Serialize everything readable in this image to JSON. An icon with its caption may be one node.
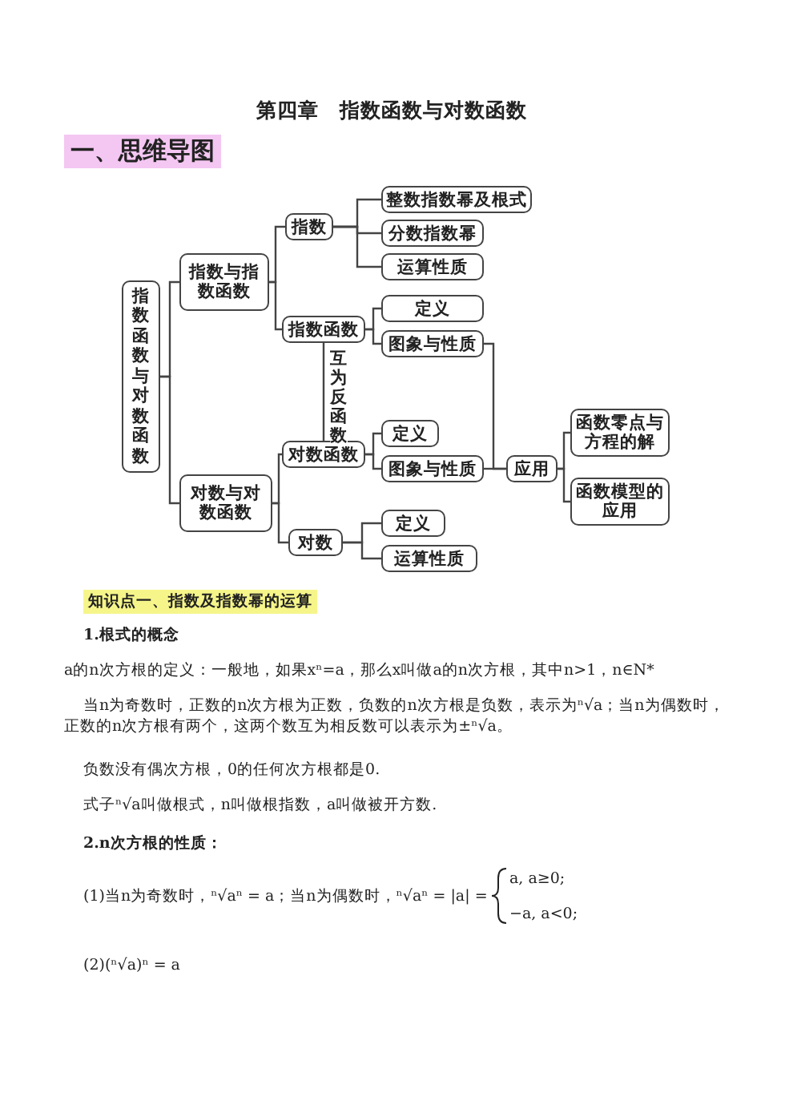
{
  "diagram": {
    "title": "第四章　指数函数与对数函数",
    "nodes": [
      {
        "text": [
          "指数函数与对数函数"
        ]
      },
      {
        "text": [
          "指数与指数函数"
        ]
      },
      {
        "text": [
          "指数"
        ]
      },
      {
        "text": [
          "整数指数幂及根式"
        ]
      },
      {
        "text": [
          "分数指数幂"
        ]
      },
      {
        "text": [
          "运算性质"
        ]
      },
      {
        "text": [
          "指数函数"
        ]
      },
      {
        "text": [
          "定义"
        ]
      },
      {
        "text": [
          "图象与性质"
        ]
      },
      {
        "text": [
          "对数与对数函数"
        ]
      },
      {
        "text": [
          "对数"
        ]
      },
      {
        "text": [
          "定义"
        ]
      },
      {
        "text": [
          "运算性质"
        ]
      },
      {
        "text": [
          "对数函数"
        ]
      },
      {
        "text": [
          "定义"
        ]
      },
      {
        "text": [
          "图象与性质"
        ]
      },
      {
        "text": [
          "应用"
        ]
      },
      {
        "text": [
          "函数零点与方程的解"
        ]
      },
      {
        "text": [
          "函数模型的应用"
        ]
      }
    ],
    "edges": [
      {
        "from": 0,
        "to": 1,
        "arrow": "none"
      },
      {
        "from": 0,
        "to": 9,
        "arrow": "none"
      },
      {
        "from": 1,
        "to": 2,
        "arrow": "none"
      },
      {
        "from": 1,
        "to": 6,
        "arrow": "none"
      },
      {
        "from": 2,
        "to": 3,
        "arrow": "none"
      },
      {
        "from": 2,
        "to": 4,
        "arrow": "none"
      },
      {
        "from": 2,
        "to": 5,
        "arrow": "none"
      },
      {
        "from": 6,
        "to": 7,
        "arrow": "none"
      },
      {
        "from": 6,
        "to": 8,
        "arrow": "none"
      },
      {
        "from": 9,
        "to": 10,
        "arrow": "none"
      },
      {
        "from": 9,
        "to": 13,
        "arrow": "none"
      },
      {
        "from": 10,
        "to": 11,
        "arrow": "none"
      },
      {
        "from": 10,
        "to": 12,
        "arrow": "none"
      },
      {
        "from": 13,
        "to": 14,
        "arrow": "none"
      },
      {
        "from": 13,
        "to": 15,
        "arrow": "none"
      },
      {
        "from": 6,
        "to": 13,
        "arrow": "none",
        "label": "互为反函数"
      },
      {
        "from": 8,
        "to": 16,
        "arrow": "none"
      },
      {
        "from": 15,
        "to": 16,
        "arrow": "none"
      },
      {
        "from": 16,
        "to": 17,
        "arrow": "none"
      },
      {
        "from": 16,
        "to": 18,
        "arrow": "none"
      }
    ],
    "labels": [
      "一、思维导图",
      "知识点一、指数及指数幂的运算",
      "1.根式的概念",
      "a的n次方根的定义：一般地，如果xⁿ=a，那么x叫做a的n次方根，其中n>1，n∈N*",
      "当n为奇数时，正数的n次方根为正数，负数的n次方根是负数，表示为ⁿ√a；当n为偶数时，正数的n次方根有两个，这两个数互为相反数可以表示为±ⁿ√a。",
      "负数没有偶次方根，0的任何次方根都是0.",
      "式子ⁿ√a叫做根式，n叫做根指数，a叫做被开方数.",
      "2.n次方根的性质：",
      "(1)当n为奇数时，ⁿ√aⁿ = a；当n为偶数时，ⁿ√aⁿ = |a| =",
      "a, a≥0;",
      "−a, a<0;",
      "(2)(ⁿ√a)ⁿ = a"
    ]
  }
}
